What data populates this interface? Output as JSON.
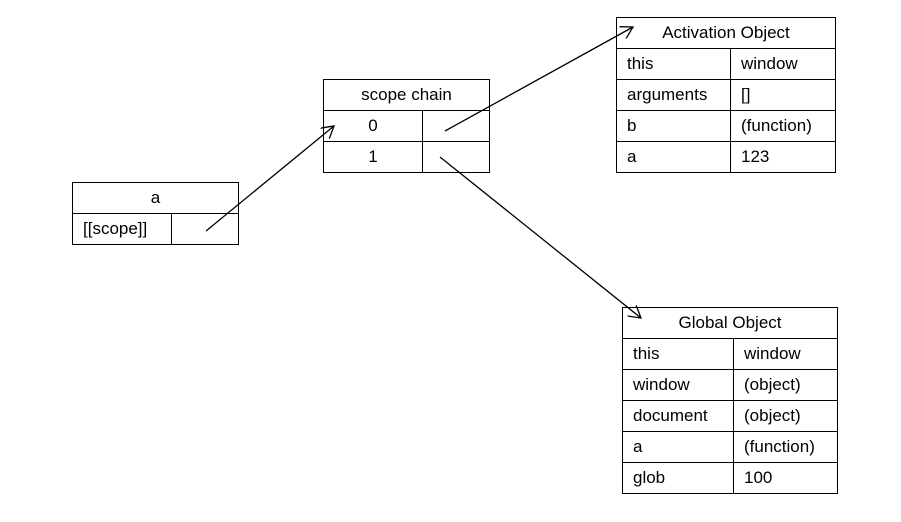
{
  "function_box": {
    "title": "a",
    "rows": [
      {
        "key": "[[scope]]",
        "value": ""
      }
    ]
  },
  "scope_chain": {
    "title": "scope chain",
    "rows": [
      {
        "key": "0",
        "value": ""
      },
      {
        "key": "1",
        "value": ""
      }
    ]
  },
  "activation_object": {
    "title": "Activation Object",
    "rows": [
      {
        "key": "this",
        "value": "window"
      },
      {
        "key": "arguments",
        "value": "[]"
      },
      {
        "key": "b",
        "value": "(function)"
      },
      {
        "key": "a",
        "value": "123"
      }
    ]
  },
  "global_object": {
    "title": "Global Object",
    "rows": [
      {
        "key": "this",
        "value": "window"
      },
      {
        "key": "window",
        "value": "(object)"
      },
      {
        "key": "document",
        "value": "(object)"
      },
      {
        "key": "a",
        "value": "(function)"
      },
      {
        "key": "glob",
        "value": "100"
      }
    ]
  }
}
